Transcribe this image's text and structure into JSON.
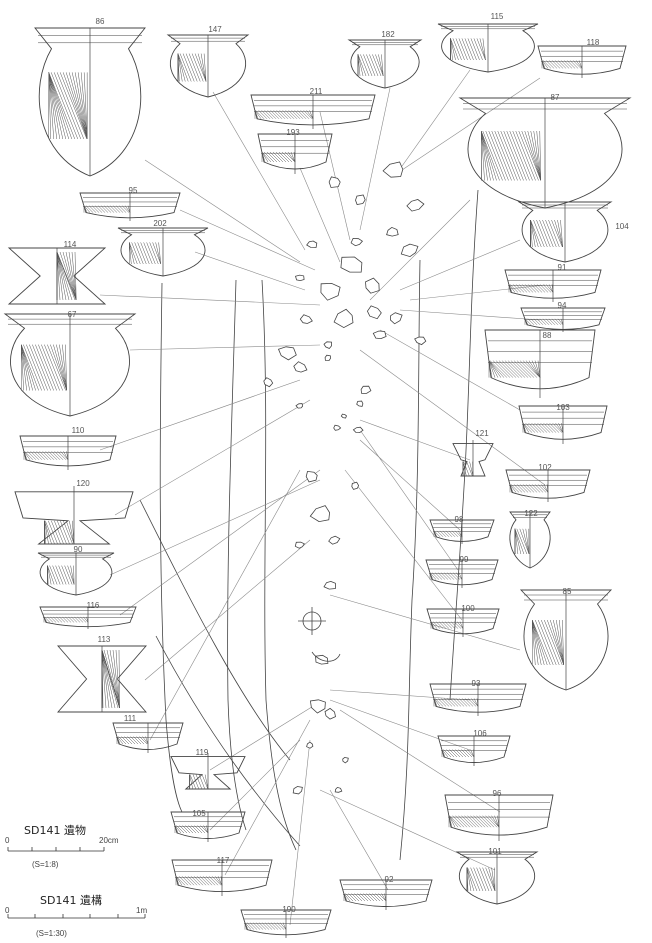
{
  "vessels": [
    {
      "id": "86",
      "shape": "jar"
    },
    {
      "id": "147",
      "shape": "jar"
    },
    {
      "id": "182",
      "shape": "jar"
    },
    {
      "id": "115",
      "shape": "jar"
    },
    {
      "id": "118",
      "shape": "bowl"
    },
    {
      "id": "211",
      "shape": "bowl"
    },
    {
      "id": "87",
      "shape": "jar"
    },
    {
      "id": "193",
      "shape": "bowl"
    },
    {
      "id": "95",
      "shape": "bowl"
    },
    {
      "id": "202",
      "shape": "jar"
    },
    {
      "id": "104",
      "shape": "jar"
    },
    {
      "id": "114",
      "shape": "stand"
    },
    {
      "id": "91",
      "shape": "bowl"
    },
    {
      "id": "94",
      "shape": "bowl"
    },
    {
      "id": "67",
      "shape": "jar"
    },
    {
      "id": "88",
      "shape": "bowl"
    },
    {
      "id": "103",
      "shape": "bowl"
    },
    {
      "id": "110",
      "shape": "bowl"
    },
    {
      "id": "121",
      "shape": "pedestal"
    },
    {
      "id": "102",
      "shape": "bowl"
    },
    {
      "id": "120",
      "shape": "pedestal"
    },
    {
      "id": "98",
      "shape": "bowl"
    },
    {
      "id": "122",
      "shape": "jar"
    },
    {
      "id": "99",
      "shape": "bowl"
    },
    {
      "id": "90",
      "shape": "jar"
    },
    {
      "id": "116",
      "shape": "bowl"
    },
    {
      "id": "100",
      "shape": "bowl"
    },
    {
      "id": "85",
      "shape": "jar"
    },
    {
      "id": "113",
      "shape": "stand"
    },
    {
      "id": "93",
      "shape": "bowl"
    },
    {
      "id": "111",
      "shape": "bowl"
    },
    {
      "id": "106",
      "shape": "bowl"
    },
    {
      "id": "119",
      "shape": "pedestal"
    },
    {
      "id": "96",
      "shape": "bowl"
    },
    {
      "id": "105",
      "shape": "bowl"
    },
    {
      "id": "101",
      "shape": "jar"
    },
    {
      "id": "117",
      "shape": "bowl"
    },
    {
      "id": "92",
      "shape": "bowl"
    },
    {
      "id": "190",
      "shape": "bowl"
    }
  ],
  "legend": {
    "artifacts_title": "SD141 遺物",
    "artifacts_zero": "0",
    "artifacts_max": "20cm",
    "artifacts_scale": "(S=1:8)",
    "feature_title": "SD141 遺構",
    "feature_zero": "0",
    "feature_max": "1m",
    "feature_scale": "(S=1:30)"
  },
  "colors": {
    "line": "#444444",
    "leader": "#8a8a8a",
    "hatch": "#555555",
    "label": "#555555"
  }
}
